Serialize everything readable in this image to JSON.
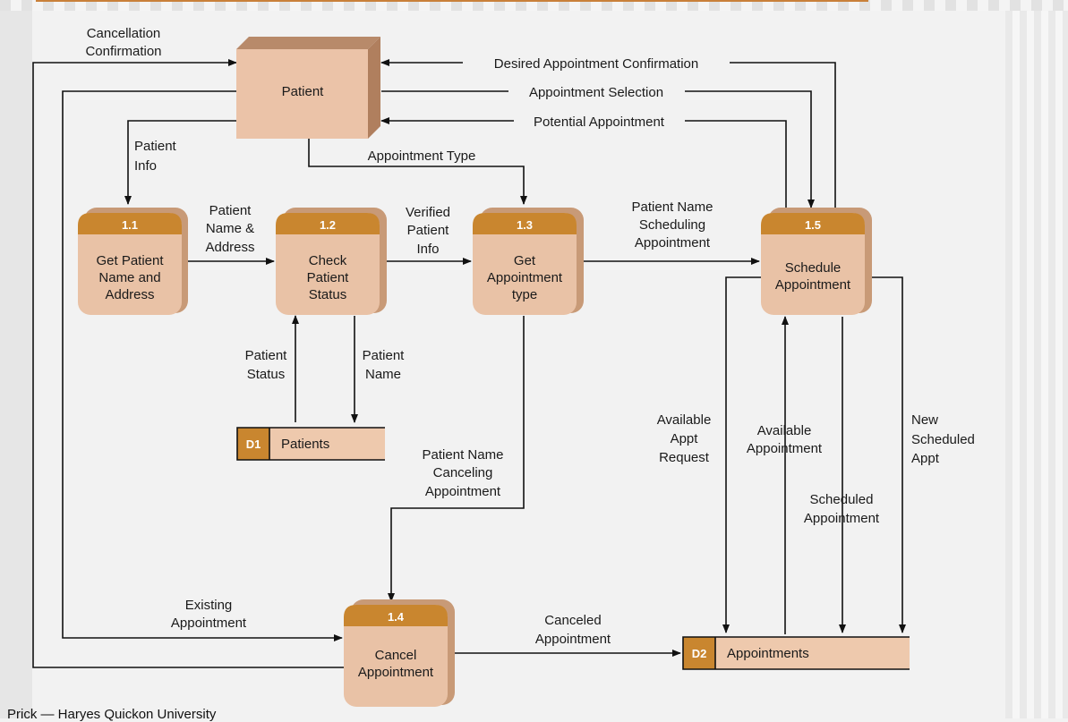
{
  "entity": {
    "label": "Patient"
  },
  "processes": [
    {
      "id": "1.1",
      "lines": [
        "Get Patient",
        "Name and",
        "Address"
      ]
    },
    {
      "id": "1.2",
      "lines": [
        "Check",
        "Patient",
        "Status"
      ]
    },
    {
      "id": "1.3",
      "lines": [
        "Get",
        "Appointment",
        "type"
      ]
    },
    {
      "id": "1.4",
      "lines": [
        "Cancel",
        "Appointment"
      ]
    },
    {
      "id": "1.5",
      "lines": [
        "Schedule",
        "Appointment"
      ]
    }
  ],
  "stores": [
    {
      "id": "D1",
      "label": "Patients"
    },
    {
      "id": "D2",
      "label": "Appointments"
    }
  ],
  "flows": {
    "cancellation_confirmation": [
      "Cancellation",
      "Confirmation"
    ],
    "desired_appointment_confirmation": [
      "Desired Appointment Confirmation"
    ],
    "appointment_selection": [
      "Appointment Selection"
    ],
    "potential_appointment": [
      "Potential Appointment"
    ],
    "patient_info": [
      "Patient",
      "Info"
    ],
    "appointment_type": [
      "Appointment Type"
    ],
    "patient_name_address": [
      "Patient",
      "Name &",
      "Address"
    ],
    "verified_patient_info": [
      "Verified",
      "Patient",
      "Info"
    ],
    "patient_name_scheduling": [
      "Patient Name",
      "Scheduling",
      "Appointment"
    ],
    "patient_status": [
      "Patient",
      "Status"
    ],
    "patient_name": [
      "Patient",
      "Name"
    ],
    "patient_name_canceling": [
      "Patient Name",
      "Canceling",
      "Appointment"
    ],
    "available_appt_request": [
      "Available",
      "Appt",
      "Request"
    ],
    "available_appointment": [
      "Available",
      "Appointment"
    ],
    "new_scheduled_appt": [
      "New",
      "Scheduled",
      "Appt"
    ],
    "scheduled_appointment": [
      "Scheduled",
      "Appointment"
    ],
    "existing_appointment": [
      "Existing",
      "Appointment"
    ],
    "canceled_appointment": [
      "Canceled",
      "Appointment"
    ]
  },
  "colors": {
    "process_header": "#c9862f",
    "process_body": "#e9c2a6",
    "process_shadow": "#c89a77",
    "entity_fill": "#ebc3a8",
    "entity_shadow": "#d0a586",
    "store_id_fill": "#c9862f",
    "store_fill": "#eec9ad",
    "line": "#111111"
  },
  "footer": {
    "text": "Prick — Haryes Quickon University"
  }
}
